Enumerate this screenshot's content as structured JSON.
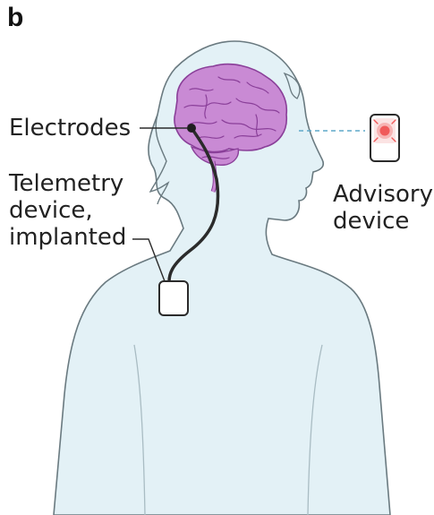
{
  "panel_label": "b",
  "labels": {
    "electrodes": "Electrodes",
    "telemetry_line1": "Telemetry",
    "telemetry_line2": "device,",
    "telemetry_line3": "implanted",
    "advisory_line1": "Advisory",
    "advisory_line2": "device"
  },
  "colors": {
    "body_fill": "#e3f1f6",
    "body_outline": "#6a7a80",
    "brain_fill": "#c98ad4",
    "brain_outline": "#8a3f99",
    "lead_wire": "#2b2b2b",
    "advisory_light": "#f05a5a",
    "link_dash": "#5fa8c8"
  },
  "icons": [
    "brain-icon",
    "telemetry-device-icon",
    "advisory-device-icon"
  ]
}
